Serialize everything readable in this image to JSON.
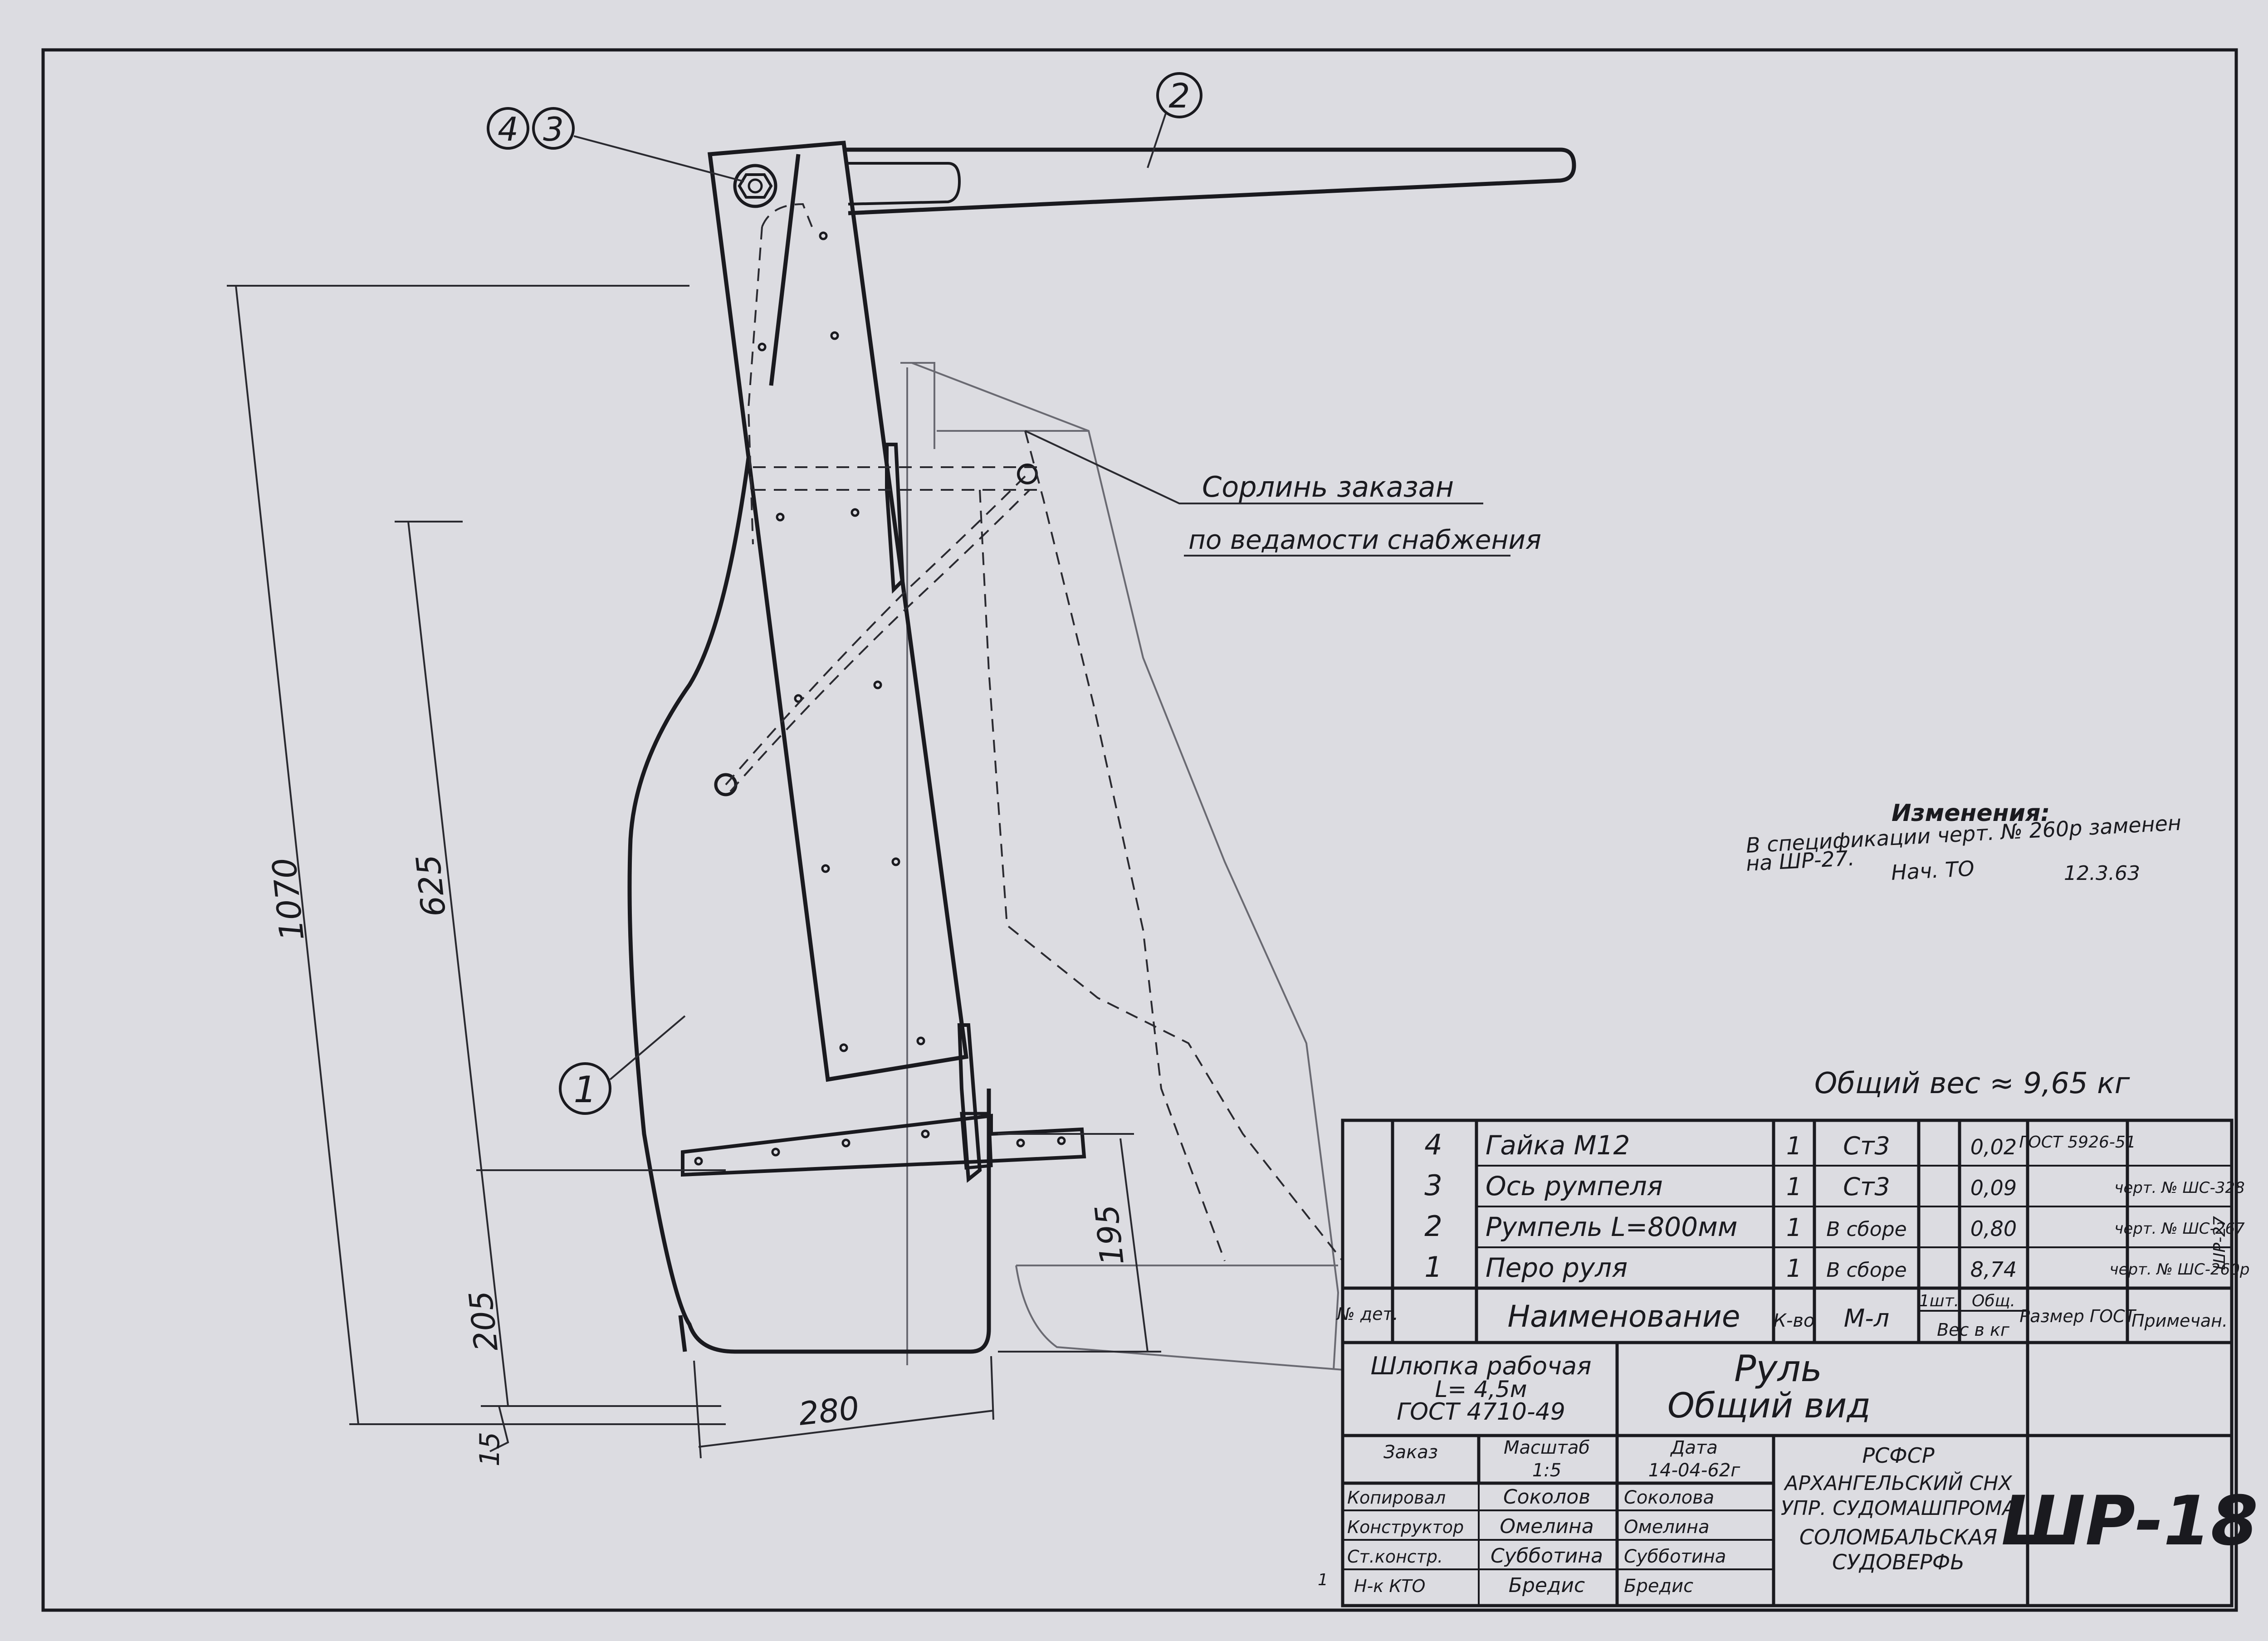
{
  "callouts": {
    "c1": "1",
    "c2": "2",
    "c3": "3",
    "c4": "4"
  },
  "dimensions": {
    "d1070": "1070",
    "d625": "625",
    "d195": "195",
    "d205": "205",
    "d15": "15",
    "d280": "280"
  },
  "notes": {
    "sorlin_line1": "Сорлинь заказан",
    "sorlin_line2": "по ведамости снабжения",
    "changes_title": "Изменения:",
    "changes_line1": "В спецификации черт. № 260р заменен",
    "changes_line2": "на ШР-27.",
    "changes_sign": "Нач. ТО",
    "changes_date": "12.3.63",
    "total_weight": "Общий вес ≈ 9,65 кг"
  },
  "parts_table": {
    "header": {
      "num": "№ дет.",
      "name": "Наименование",
      "qty": "К-во",
      "material": "М-л",
      "weight_one": "1шт.",
      "weight_total": "Общ.",
      "weight_unit": "Вес в кг",
      "size": "Размер ГОСТ",
      "note": "Примечан."
    },
    "rows": [
      {
        "num": "4",
        "name": "Гайка М12",
        "qty": "1",
        "material": "Ст3",
        "weight_total": "0,02",
        "size": "ГОСТ 5926-51",
        "note": ""
      },
      {
        "num": "3",
        "name": "Ось румпеля",
        "qty": "1",
        "material": "Ст3",
        "weight_total": "0,09",
        "size": "",
        "note": "черт. № ШС-328"
      },
      {
        "num": "2",
        "name": "Румпель L=800мм",
        "qty": "1",
        "material": "В сборе",
        "weight_total": "0,80",
        "size": "",
        "note": "черт. № ШС-267"
      },
      {
        "num": "1",
        "name": "Перо руля",
        "qty": "1",
        "material": "В сборе",
        "weight_total": "8,74",
        "size": "",
        "note": "черт. № ШС-260р"
      }
    ],
    "note_correction": "ШР-27"
  },
  "title_block": {
    "vessel_line1": "Шлюпка рабочая",
    "vessel_line2": "L= 4,5м",
    "vessel_line3": "ГОСТ 4710-49",
    "title_line1": "Руль",
    "title_line2": "Общий вид",
    "order_label": "Заказ",
    "scale_label": "Масштаб",
    "scale_value": "1:5",
    "date_label": "Дата",
    "date_value": "14-04-62г",
    "roles": [
      {
        "role": "Копировал",
        "sign": "Соколов",
        "name": "Соколова"
      },
      {
        "role": "Конструктор",
        "sign": "Омелина",
        "name": "Омелина"
      },
      {
        "role": "Ст.констр.",
        "sign": "Субботина",
        "name": "Субботина"
      },
      {
        "role": "Н-к КТО",
        "sign": "Бредис",
        "name": "Бредис"
      }
    ],
    "org_line1": "РСФСР",
    "org_line2": "АРХАНГЕЛЬСКИЙ СНХ",
    "org_line3": "УПР. СУДОМАШПРОМА",
    "org_line4": "СОЛОМБАЛЬСКАЯ",
    "org_line5": "СУДОВЕРФЬ",
    "drawing_number": "ШР-18",
    "sheet_mark": "1"
  },
  "colors": {
    "paper": "#dcdce1",
    "ink": "#1a1a1f"
  }
}
